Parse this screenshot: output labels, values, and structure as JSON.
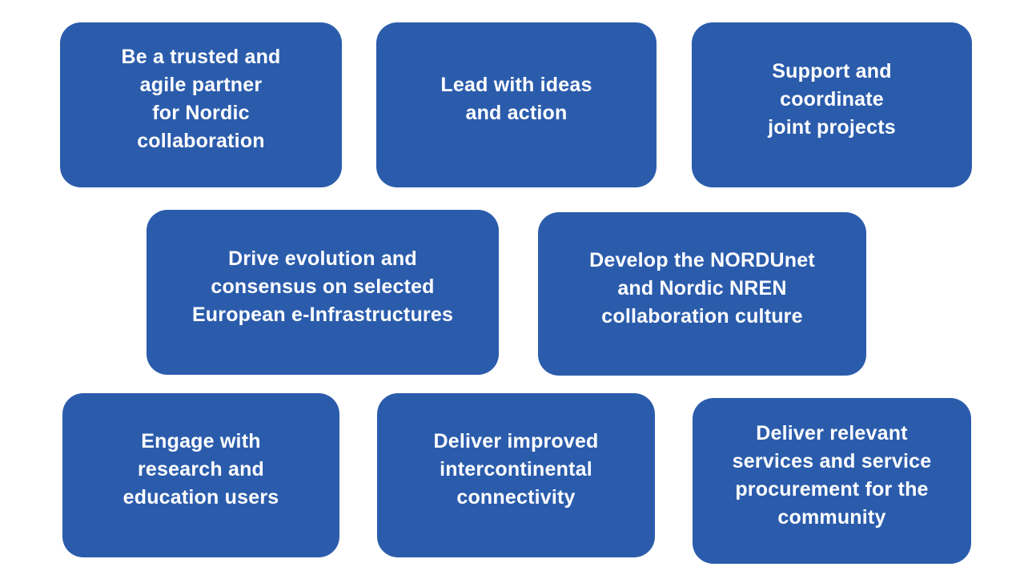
{
  "theme": {
    "box_color": "#2B5CAC",
    "text_color": "#ffffff",
    "background_color": "#ffffff"
  },
  "boxes": [
    {
      "id": "trusted-partner",
      "text": "Be a trusted and\nagile partner\nfor Nordic\ncollaboration"
    },
    {
      "id": "lead-ideas-action",
      "text": "Lead with ideas\nand action"
    },
    {
      "id": "support-joint-projects",
      "text": "Support and\ncoordinate\njoint projects"
    },
    {
      "id": "drive-evolution",
      "text": "Drive evolution and\nconsensus on selected\nEuropean e-Infrastructures"
    },
    {
      "id": "develop-collaboration",
      "text": "Develop the NORDUnet\nand Nordic NREN\ncollaboration culture"
    },
    {
      "id": "engage-users",
      "text": "Engage with\nresearch and\neducation users"
    },
    {
      "id": "deliver-connectivity",
      "text": "Deliver improved\nintercontinental\nconnectivity"
    },
    {
      "id": "deliver-services",
      "text": "Deliver relevant\nservices and service\nprocurement for the\ncommunity"
    }
  ]
}
